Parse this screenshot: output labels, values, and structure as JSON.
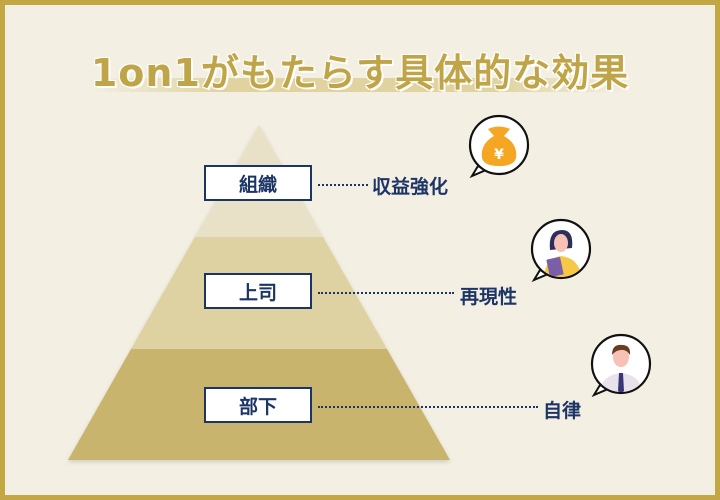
{
  "title": "1on1がもたらす具体的な効果",
  "colors": {
    "border": "#c3a743",
    "background": "#f3efe2",
    "title": "#c0a548",
    "tier_top": "#e8e1c8",
    "tier_middle": "#ded2a2",
    "tier_bottom": "#c8b46c",
    "navy": "#1d3466"
  },
  "tiers": [
    {
      "label": "組織",
      "benefit": "収益強化",
      "icon": "money-bag-yen-icon"
    },
    {
      "label": "上司",
      "benefit": "再現性",
      "icon": "woman-with-tablet-icon"
    },
    {
      "label": "部下",
      "benefit": "自律",
      "icon": "man-in-shirt-icon"
    }
  ]
}
